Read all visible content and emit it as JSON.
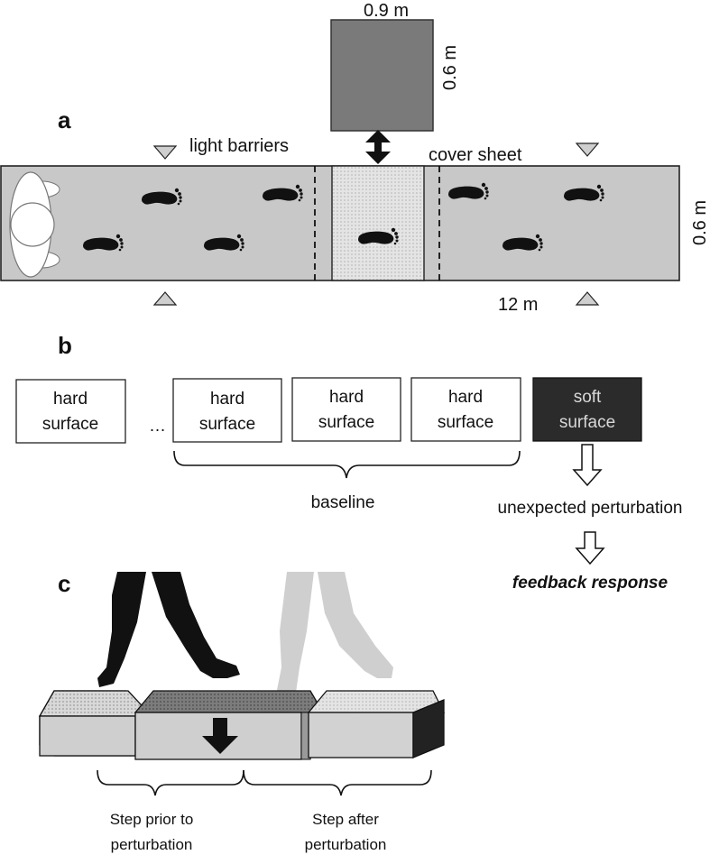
{
  "panels": {
    "a": {
      "letter": "a",
      "cover_width": "0.9 m",
      "cover_depth": "0.6 m",
      "light_barriers": "light barriers",
      "cover_sheet": "cover sheet",
      "walkway_width": "0.6 m",
      "walkway_length": "12 m"
    },
    "b": {
      "letter": "b",
      "boxes": [
        {
          "line1": "hard",
          "line2": "surface",
          "kind": "hard"
        },
        {
          "line1": "hard",
          "line2": "surface",
          "kind": "hard"
        },
        {
          "line1": "hard",
          "line2": "surface",
          "kind": "hard"
        },
        {
          "line1": "hard",
          "line2": "surface",
          "kind": "hard"
        },
        {
          "line1": "soft",
          "line2": "surface",
          "kind": "soft"
        }
      ],
      "ellipsis": "…",
      "baseline": "baseline",
      "unexpected": "unexpected perturbation",
      "feedback": "feedback response"
    },
    "c": {
      "letter": "c",
      "step_prior_1": "Step prior to",
      "step_prior_2": "perturbation",
      "step_after_1": "Step after",
      "step_after_2": "perturbation"
    }
  },
  "colors": {
    "walkway": "#c8c8c8",
    "cover": "#7a7a7a",
    "soft_box": "#2b2b2b",
    "block_side": "#cfcfcf",
    "block_top_dark": "#6a6a6a",
    "ghost_walker": "#cfcfcf"
  }
}
